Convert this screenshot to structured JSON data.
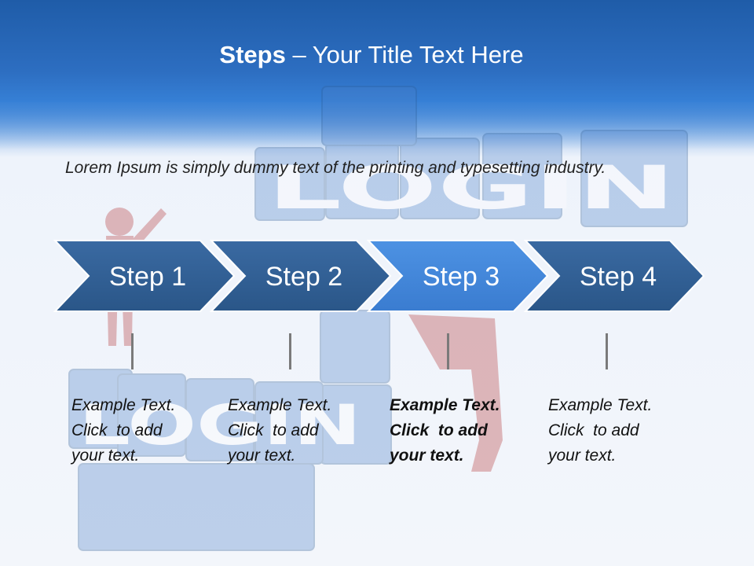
{
  "slide": {
    "title_bold": "Steps",
    "title_rest": " – Your Title Text Here",
    "lead_text": "Lorem Ipsum is simply dummy text of the printing and typesetting industry."
  },
  "steps": [
    {
      "label": "Step 1",
      "line1": "Example Text.",
      "line2": "Click  to add",
      "line3": "your text.",
      "active": false
    },
    {
      "label": "Step 2",
      "line1": "Example Text.",
      "line2": "Click  to add",
      "line3": "your text.",
      "active": false
    },
    {
      "label": "Step 3",
      "line1": "Example Text.",
      "line2": "Click  to add",
      "line3": "your text.",
      "active": true
    },
    {
      "label": "Step 4",
      "line1": "Example Text.",
      "line2": "Click  to add",
      "line3": "your text.",
      "active": false
    }
  ],
  "colors": {
    "header_blue": "#2d6ec1",
    "chevron_dark": "#2f5f96",
    "chevron_active": "#3f86d8",
    "text_white": "#ffffff"
  },
  "background_image": {
    "letters_top": "LOGIN",
    "letters_bottom": "LOGIN"
  }
}
